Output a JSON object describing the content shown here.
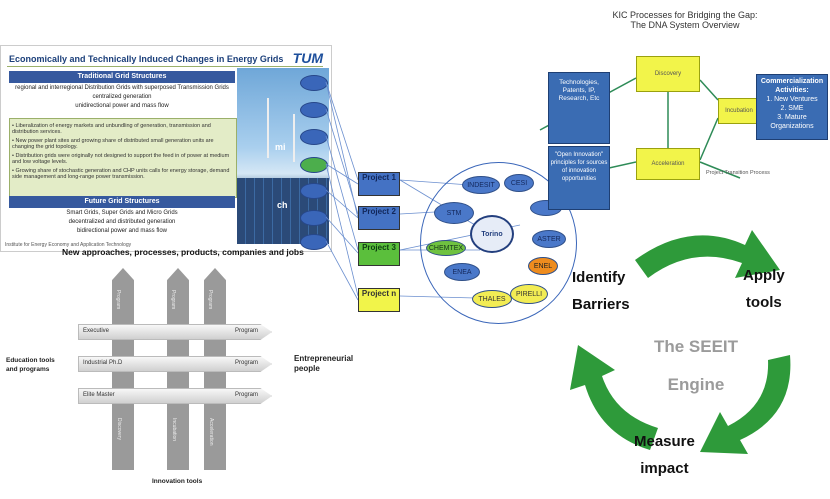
{
  "tum_slide": {
    "title": "Economically and Technically Induced Changes in Energy Grids",
    "logo": "TUM",
    "traditional_header": "Traditional Grid Structures",
    "traditional_lines": [
      "regional and interregional Distribution Grids with superposed Transmission Grids",
      "centralized generation",
      "unidirectional power and mass flow"
    ],
    "bullets": [
      "Liberalization of energy markets and unbundling of generation, transmission and distribution services.",
      "New power plant sites and growing share of distributed small generation units are changing the grid topology.",
      "Distribution grids were originally not designed to support the feed in of power at medium and low voltage levels.",
      "Growing share of stochastic generation and CHP units calls for energy storage, demand side management and long-range power transmission."
    ],
    "future_header": "Future Grid Structures",
    "future_lines": [
      "Smart Grids, Super Grids and Micro Grids",
      "decentralized and distributed generation",
      "bidirectional power and mass flow"
    ],
    "footer": "Institute for Energy Economy and Application Technology",
    "side_letters": [
      "mi",
      "ch"
    ]
  },
  "new_approaches": "New approaches, processes, products, companies and jobs",
  "projects": [
    "Project 1",
    "Project 2",
    "Project 3",
    "Project n"
  ],
  "partners": [
    "INDESIT",
    "CESI",
    "STM",
    "Torino",
    "ASTER",
    "CHEMTEX",
    "ENEA",
    "ENEL",
    "THALES",
    "PIRELLI"
  ],
  "kic": {
    "title_line1": "KIC Processes for Bridging the Gap:",
    "title_line2": "The DNA System Overview",
    "tech_box": "Technologies, Patents, IP, Research, Etc",
    "open_innovation": "\"Open Innovation\" principles for sources of innovation opportunities",
    "discovery": "Discovery",
    "incubation": "Incubation",
    "acceleration": "Acceleration",
    "commercialization_title": "Commercialization Activities:",
    "commercialization_items": [
      "1.  New Ventures",
      "2.  SME",
      "3.  Mature Organizations"
    ],
    "transition": "Project Transition Process"
  },
  "innovation_diagram": {
    "columns": [
      "Program",
      "Program",
      "Program"
    ],
    "column_bottoms": [
      "Discovery",
      "Incubation",
      "Acceleration"
    ],
    "rows": [
      {
        "label": "Executive",
        "right": "Program"
      },
      {
        "label": "Industrial Ph.D",
        "right": "Program"
      },
      {
        "label": "Elite Master",
        "right": "Program"
      }
    ],
    "left_label_1": "Education tools",
    "left_label_2": "and programs",
    "right_label_1": "Entrepreneurial",
    "right_label_2": "people",
    "bottom_label": "Innovation tools"
  },
  "engine": {
    "identify_1": "Identify",
    "identify_2": "Barriers",
    "apply_1": "Apply",
    "apply_2": "tools",
    "measure_1": "Measure",
    "measure_2": "impact",
    "center_1": "The SEEIT",
    "center_2": "Engine",
    "arrow_color": "#2e9a3a"
  }
}
